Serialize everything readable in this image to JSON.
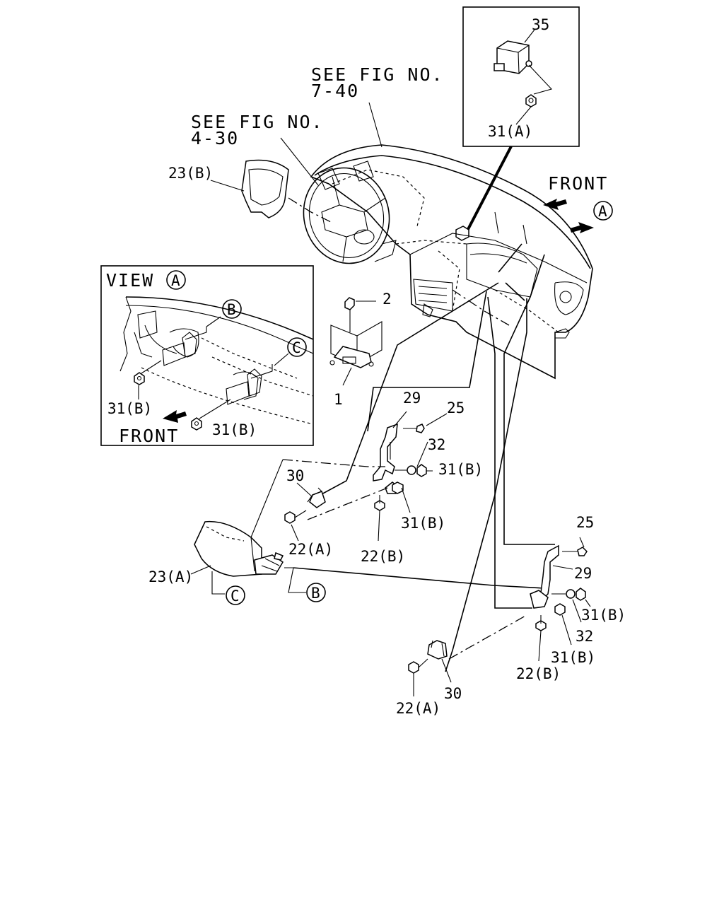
{
  "labels": {
    "see_fig_1_line1": "SEE FIG NO.",
    "see_fig_1_line2": "7-40",
    "see_fig_2_line1": "SEE FIG NO.",
    "see_fig_2_line2": "4-30",
    "front_top": "FRONT",
    "callout_a": "A",
    "view_title": "VIEW",
    "view_letter": "A",
    "callout_b": "B",
    "callout_c": "C",
    "front_view": "FRONT",
    "p35": "35",
    "p31a": "31(A)",
    "p23b": "23(B)",
    "p2": "2",
    "p1": "1",
    "p31b_view1": "31(B)",
    "p31b_view2": "31(B)",
    "p29_upper": "29",
    "p25_upper": "25",
    "p32_upper": "32",
    "p31b_upper1": "31(B)",
    "p30_upper": "30",
    "p31b_upper2": "31(B)",
    "p22a_upper": "22(A)",
    "p22b_upper": "22(B)",
    "p23a": "23(A)",
    "p_c_lower": "C",
    "p_b_lower": "B",
    "p25_lower": "25",
    "p29_lower": "29",
    "p31b_lower1": "31(B)",
    "p32_lower": "32",
    "p31b_lower2": "31(B)",
    "p22b_lower": "22(B)",
    "p30_lower": "30",
    "p22a_lower": "22(A)"
  }
}
